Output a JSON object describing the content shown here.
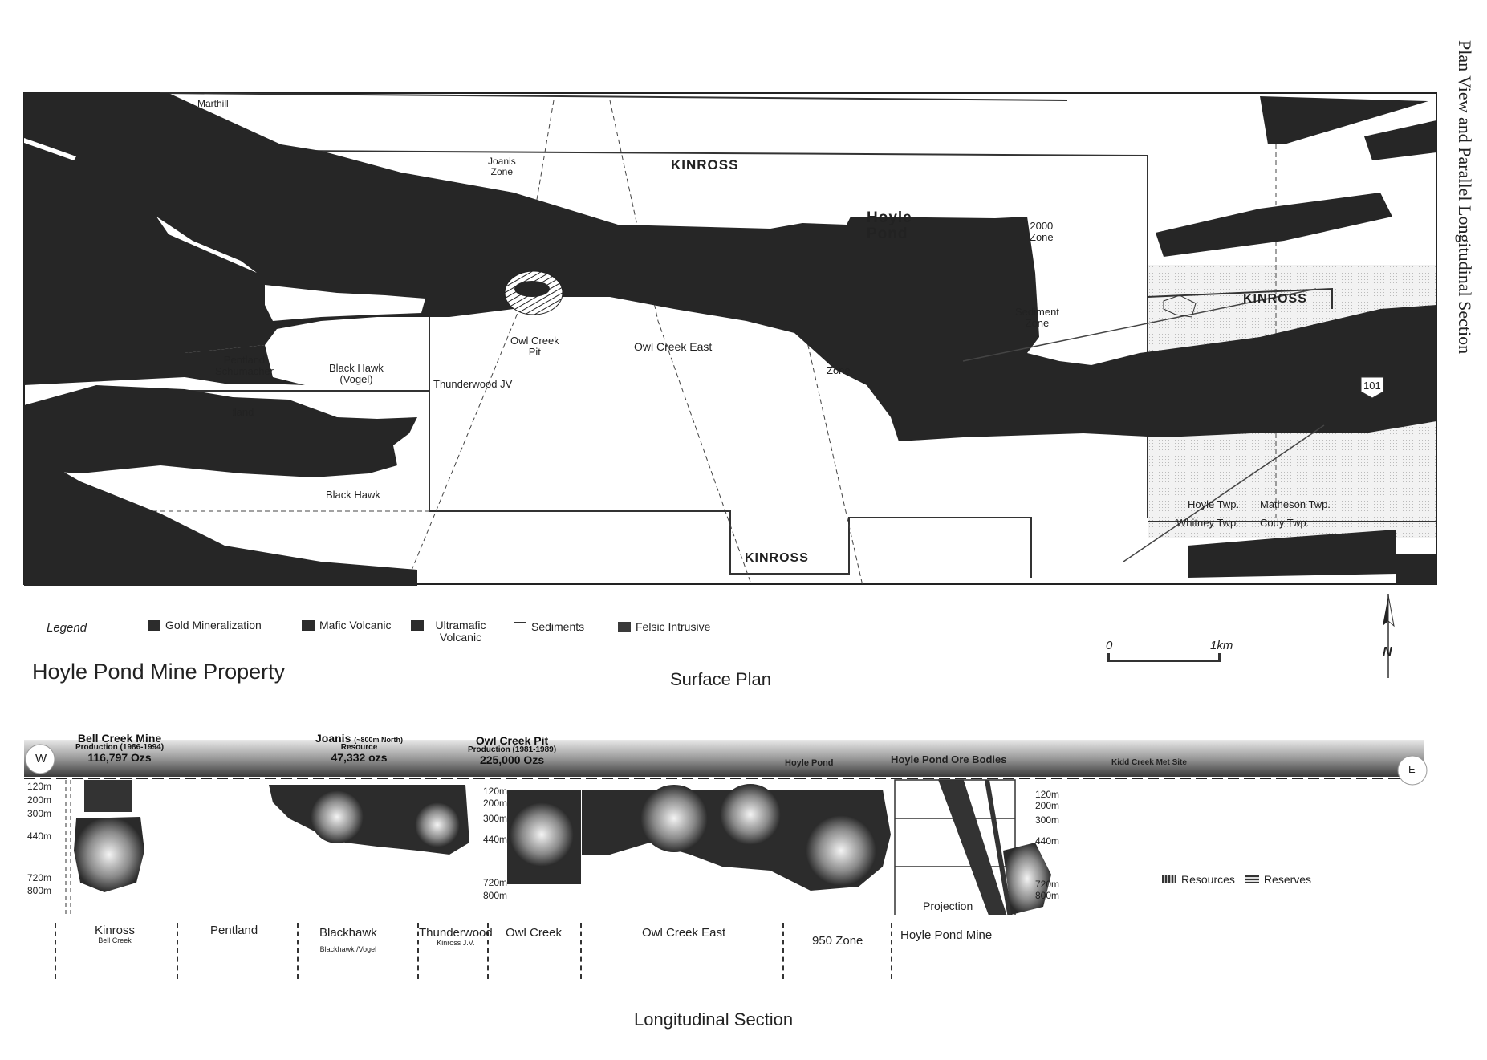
{
  "document": {
    "side_title": "Plan View and Parallel Longitudinal Section",
    "property_title": "Hoyle Pond Mine Property",
    "surface_plan_title": "Surface Plan",
    "longitudinal_title": "Longitudinal Section"
  },
  "legend": {
    "title": "Legend",
    "items": [
      {
        "label": "Gold Mineralization",
        "swatch": "#2c2c2c"
      },
      {
        "label": "Mafic Volcanic",
        "swatch": "#2c2c2c"
      },
      {
        "label": "Ultramafic Volcanic",
        "swatch": "#2c2c2c"
      },
      {
        "label": "Sediments",
        "swatch": "#ffffff"
      },
      {
        "label": "Felsic Intrusive",
        "swatch": "#3a3a3a"
      }
    ]
  },
  "scale_bar": {
    "start": "0",
    "end": "1km"
  },
  "north_arrow": {
    "label": "N"
  },
  "plan_labels": {
    "marthill": "Marthill",
    "joanis_zone_1": "Joanis",
    "joanis_zone_2": "Zone",
    "kinross_top": "KINROSS",
    "hoyle_pond_1": "Hoyle",
    "hoyle_pond_2": "Pond",
    "zone2000_1": "2000",
    "zone2000_2": "Zone",
    "sediment_zone_1": "Sediment",
    "sediment_zone_2": "Zone",
    "kinross_right": "KINROSS",
    "highway": "101",
    "owl_creek_pit_1": "Owl Creek",
    "owl_creek_pit_2": "Pit",
    "owl_creek_east": "Owl Creek East",
    "zone_950": "Zone",
    "pentland_schumacher_1": "Pentland",
    "pentland_schumacher_2": "Schumacher",
    "black_hawk_vogel_1": "Black Hawk",
    "black_hawk_vogel_2": "(Vogel)",
    "thunderwood_jv": "Thunderwood JV",
    "pentland_lower": "Pentland",
    "black_hawk_lower": "Black Hawk",
    "kinross_bottom": "KINROSS",
    "hoyle_twp": "Hoyle Twp.",
    "matheson_twp": "Matheson Twp.",
    "whitney_twp": "Whitney Twp.",
    "cody_twp": "Cody Twp."
  },
  "longitudinal": {
    "west_marker": "W",
    "east_marker": "E",
    "headers": [
      {
        "name": "Bell Creek Mine",
        "detail": "Production (1986-1994)",
        "value": "116,797 Ozs"
      },
      {
        "name": "Joanis",
        "note": "(~800m North)",
        "detail": "Resource",
        "value": "47,332 ozs"
      },
      {
        "name": "Owl Creek Pit",
        "detail": "Production (1981-1989)",
        "value": "225,000 Ozs"
      }
    ],
    "surface_labels": {
      "hoyle_pond": "Hoyle Pond",
      "hoyle_pond_ore_bodies": "Hoyle Pond Ore Bodies",
      "kidd_creek": "Kidd Creek Met Site"
    },
    "depths": [
      "120m",
      "200m",
      "300m",
      "440m",
      "720m",
      "800m"
    ],
    "projection_label": "Projection",
    "resource_legend": {
      "resources": "Resources",
      "reserves": "Reserves"
    },
    "sections": [
      {
        "name": "Kinross",
        "sub": "Bell Creek"
      },
      {
        "name": "Pentland",
        "sub": ""
      },
      {
        "name": "Blackhawk",
        "sub": "Blackhawk /Vogel"
      },
      {
        "name": "Thunderwood",
        "sub": "Kinross J.V."
      },
      {
        "name": "Owl Creek",
        "sub": ""
      },
      {
        "name": "Owl Creek East",
        "sub": ""
      },
      {
        "name": "950 Zone",
        "sub": ""
      },
      {
        "name": "Hoyle Pond Mine",
        "sub": ""
      }
    ]
  }
}
